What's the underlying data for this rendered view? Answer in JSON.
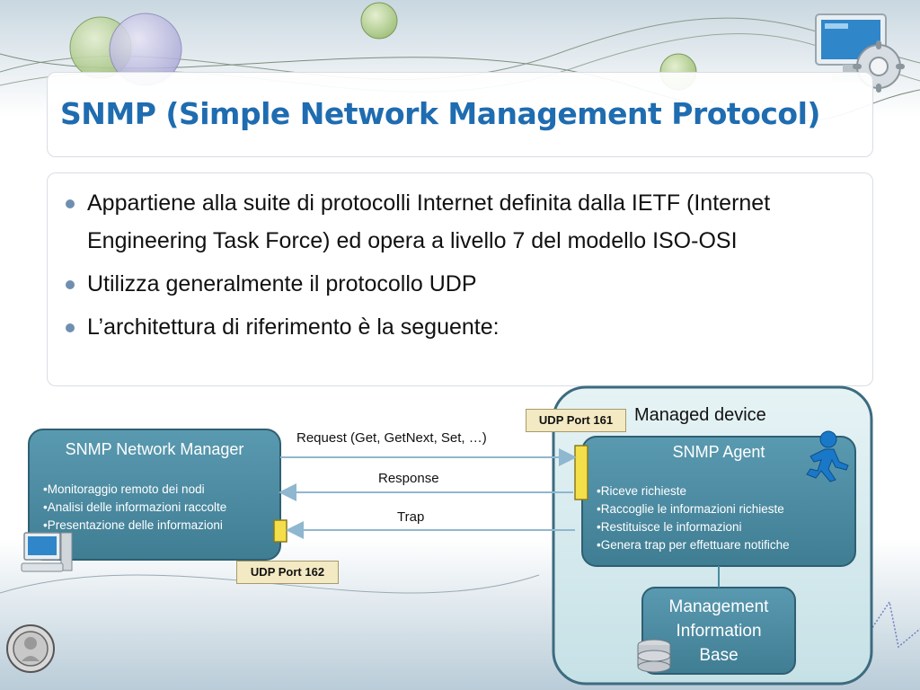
{
  "slide": {
    "title": "SNMP (Simple Network Management Protocol)",
    "bullets": [
      "Appartiene alla suite di protocolli Internet definita dalla IETF (Internet Engineering Task Force) ed opera a livello 7 del modello ISO-OSI",
      "Utilizza generalmente il protocollo UDP",
      "L’architettura di riferimento è la seguente:"
    ]
  },
  "diagram": {
    "manager": {
      "title": "SNMP Network Manager",
      "items": [
        "•Monitoraggio remoto dei nodi",
        "•Analisi delle informazioni raccolte",
        "•Presentazione delle informazioni"
      ]
    },
    "managed_device": {
      "label": "Managed device"
    },
    "agent": {
      "title": "SNMP Agent",
      "items": [
        "•Riceve richieste",
        "•Raccoglie le informazioni richieste",
        "•Restituisce le informazioni",
        "•Genera trap per effettuare notifiche"
      ]
    },
    "mib": {
      "lines": [
        "Management",
        "Information",
        "Base"
      ]
    },
    "ports": {
      "agent_port": "UDP Port 161",
      "manager_port": "UDP Port 162"
    },
    "messages": {
      "request": "Request (Get, GetNext, Set, …)",
      "response": "Response",
      "trap": "Trap"
    }
  },
  "colors": {
    "title": "#1f6cb0",
    "node_fill": "#4a8aa0",
    "device_fill": "#d7ecef",
    "port_indicator": "#f4df4a",
    "arrow": "#8fb7cf"
  }
}
